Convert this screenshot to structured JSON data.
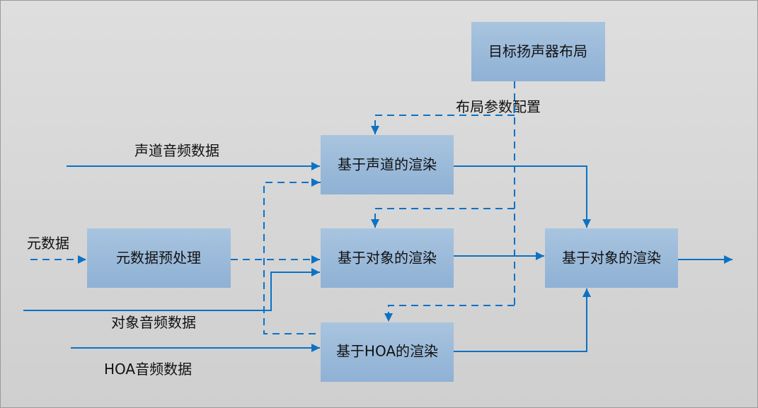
{
  "diagram": {
    "boxes": {
      "target_layout": "目标扬声器布局",
      "channel_render": "基于声道的渲染",
      "object_render": "基于对象的渲染",
      "hoa_render": "基于HOA的渲染",
      "metadata_preprocess": "元数据预处理",
      "final_object_render": "基于对象的渲染"
    },
    "labels": {
      "layout_params": "布局参数配置",
      "channel_audio": "声道音频数据",
      "metadata": "元数据",
      "object_audio": "对象音频数据",
      "hoa_audio": "HOA音频数据"
    },
    "colors": {
      "line": "#0b72c5",
      "box_top": "#a8c4df",
      "box_bottom": "#8fb1d5"
    }
  }
}
